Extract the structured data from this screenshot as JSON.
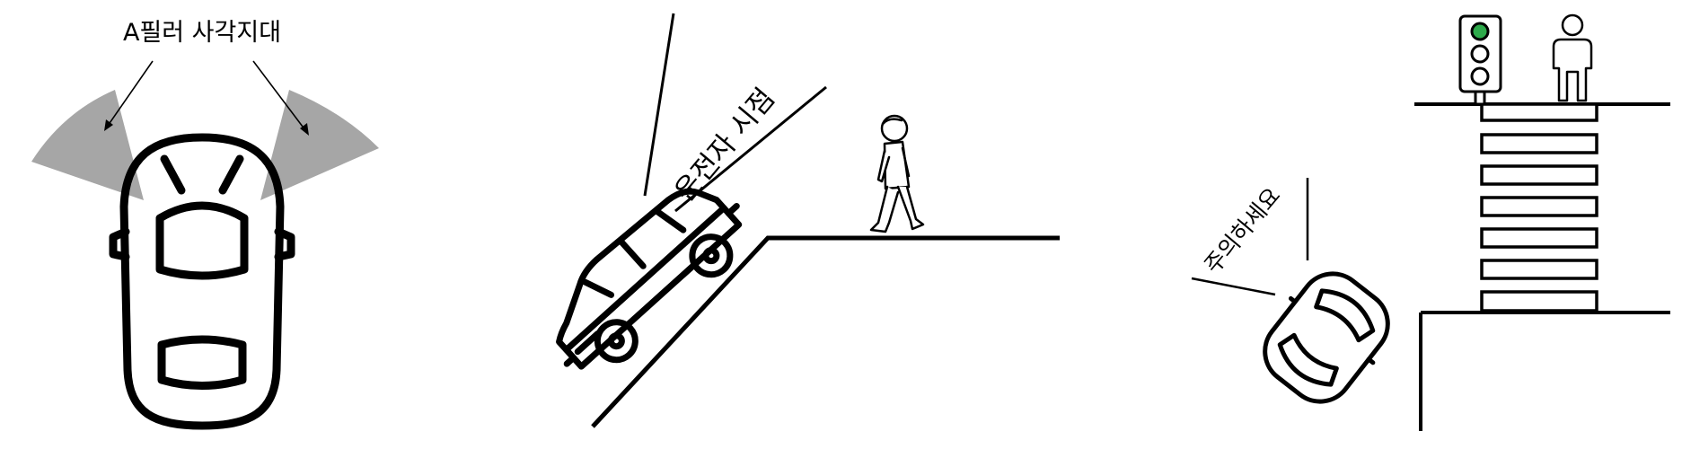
{
  "panels": {
    "pillar": {
      "label": "A필러 사각지대"
    },
    "slope": {
      "label": "운전자 시점"
    },
    "crossing": {
      "label": "주의하세요"
    }
  },
  "colors": {
    "line": "#000000",
    "blind_zone": "#a6a6a6",
    "signal_green": "#2eaa4b"
  },
  "icons": [
    "car-top-icon",
    "suv-side-icon",
    "walking-person-icon",
    "traffic-light-icon",
    "standing-person-icon",
    "crosswalk-icon"
  ]
}
